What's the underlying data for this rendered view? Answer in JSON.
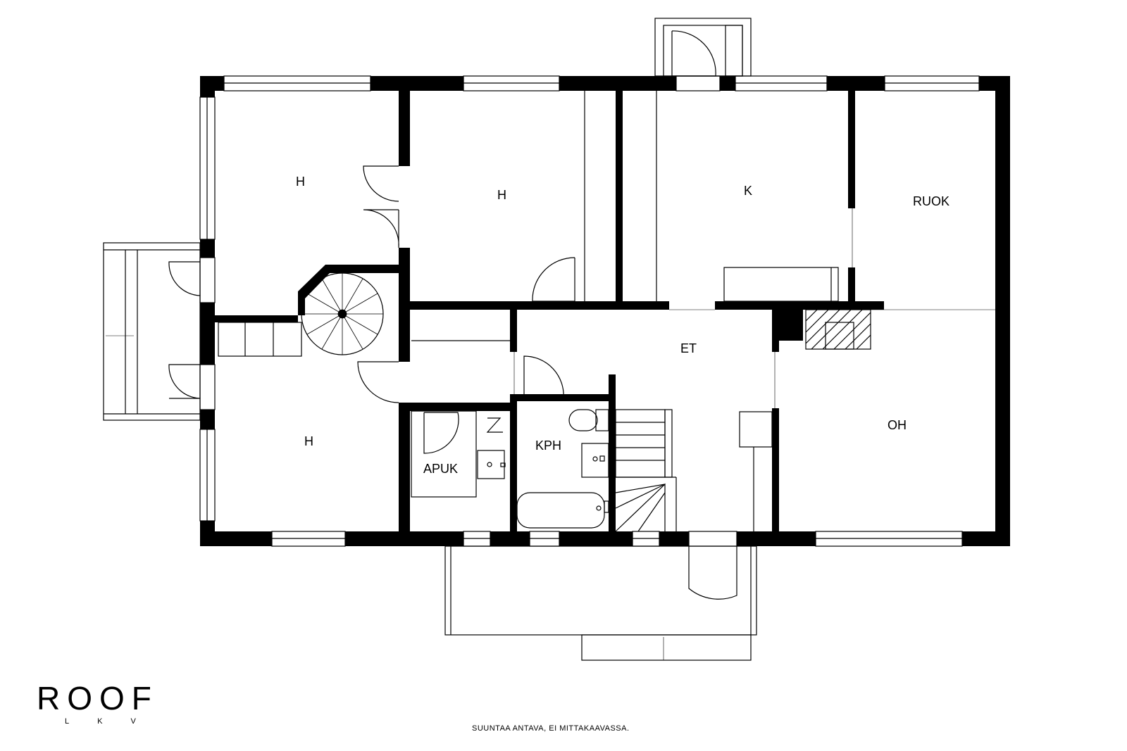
{
  "rooms": {
    "bedroom_top_left": "H",
    "bedroom_top_middle": "H",
    "kitchen": "K",
    "dining": "RUOK",
    "hall": "ET",
    "bedroom_bottom_left": "H",
    "utility": "APUK",
    "bathroom": "KPH",
    "living_room": "OH"
  },
  "logo": {
    "main": "ROOF",
    "sub": "LKV"
  },
  "disclaimer": "SUUNTAA ANTAVA, EI MITTAKAAVASSA.",
  "colors": {
    "wall": "#000000",
    "line": "#000000",
    "background": "#ffffff"
  }
}
